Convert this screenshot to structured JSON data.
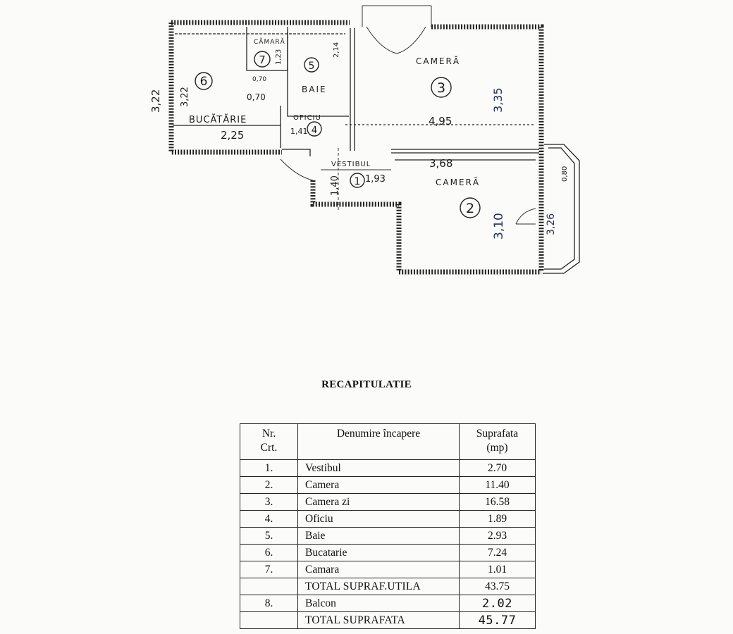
{
  "plan": {
    "rooms": [
      {
        "nr": "1",
        "label": "VESTIBUL",
        "dim": "1,93"
      },
      {
        "nr": "2",
        "label": "CAMERĂ",
        "dim": "3,68"
      },
      {
        "nr": "3",
        "label": "CAMERĂ",
        "dim": "4,95"
      },
      {
        "nr": "4",
        "label": "OFICIU",
        "dim": "1,41"
      },
      {
        "nr": "5",
        "label": "BAIE",
        "dim": "2,14"
      },
      {
        "nr": "6",
        "label": "BUCĂTĂRIE",
        "dim": "2,25"
      },
      {
        "nr": "7",
        "label": "CĂMARĂ",
        "dim": "0,70"
      }
    ],
    "dims": {
      "outer_left": "3,22",
      "kitchen_depth": "3,22",
      "camara_depth": "1,23",
      "camara_box": "0,70",
      "vest_depth": "1,40",
      "room3_depth": "3,35",
      "room2_depth": "3,10",
      "room2_right": "3,26",
      "balcony": "0,80",
      "oficiu_depth": "1,41"
    }
  },
  "recap": {
    "title": "RECAPITULATIE",
    "headers": {
      "nr": [
        "Nr.",
        "Crt."
      ],
      "name": "Denumire încapere",
      "area": [
        "Suprafata",
        "(mp)"
      ]
    },
    "rows": [
      {
        "nr": "1.",
        "name": "Vestibul",
        "area": "2.70"
      },
      {
        "nr": "2.",
        "name": "Camera",
        "area": "11.40"
      },
      {
        "nr": "3.",
        "name": "Camera zi",
        "area": "16.58"
      },
      {
        "nr": "4.",
        "name": "Oficiu",
        "area": "1.89"
      },
      {
        "nr": "5.",
        "name": "Baie",
        "area": "2.93"
      },
      {
        "nr": "6.",
        "name": "Bucatarie",
        "area": "7.24"
      },
      {
        "nr": "7.",
        "name": "Camara",
        "area": "1.01"
      }
    ],
    "total_util": {
      "label": "TOTAL SUPRAF.UTILA",
      "area": "43.75"
    },
    "balcon": {
      "nr": "8.",
      "name": "Balcon",
      "area": "2.02"
    },
    "total": {
      "label": "TOTAL SUPRAFATA",
      "area": "45.77"
    }
  }
}
